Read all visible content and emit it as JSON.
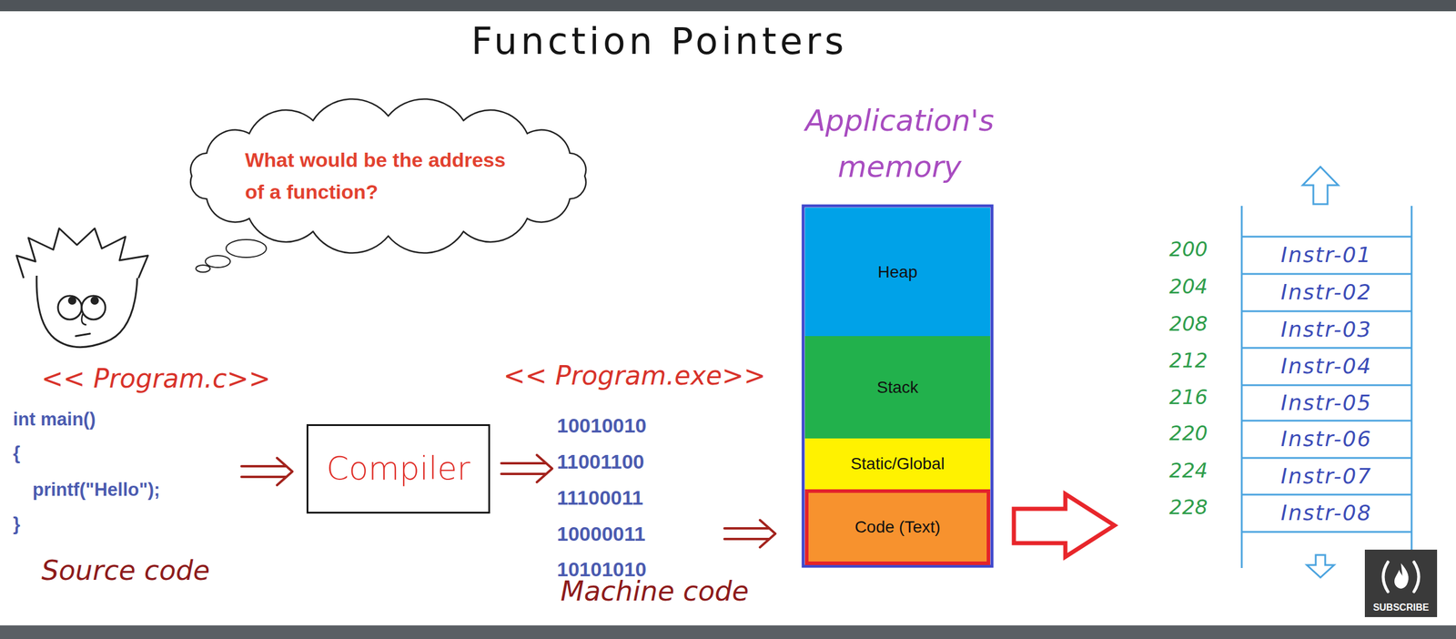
{
  "diagram": {
    "title": "Function Pointers",
    "nodes": [
      {
        "text": [
          "What would be the address of a function?"
        ]
      },
      {
        "text": [
          "Compiler"
        ]
      },
      {
        "text": [
          "Heap"
        ]
      },
      {
        "text": [
          "Stack"
        ]
      },
      {
        "text": [
          "Static/Global"
        ]
      },
      {
        "text": [
          "Code (Text)"
        ]
      }
    ],
    "labels": [
      "<< Program.c>>",
      "int main()",
      "{",
      "printf(\"Hello\");",
      "}",
      "Source code",
      "<< Program.exe>>",
      "10010010",
      "11001100",
      "11100011",
      "10000011",
      "10101010",
      "Machine code",
      "Application's memory",
      "200",
      "Instr-01",
      "204",
      "Instr-02",
      "208",
      "Instr-03",
      "212",
      "Instr-04",
      "216",
      "Instr-05",
      "220",
      "Instr-06",
      "224",
      "Instr-07",
      "228",
      "Instr-08",
      "SUBSCRIBE"
    ]
  }
}
